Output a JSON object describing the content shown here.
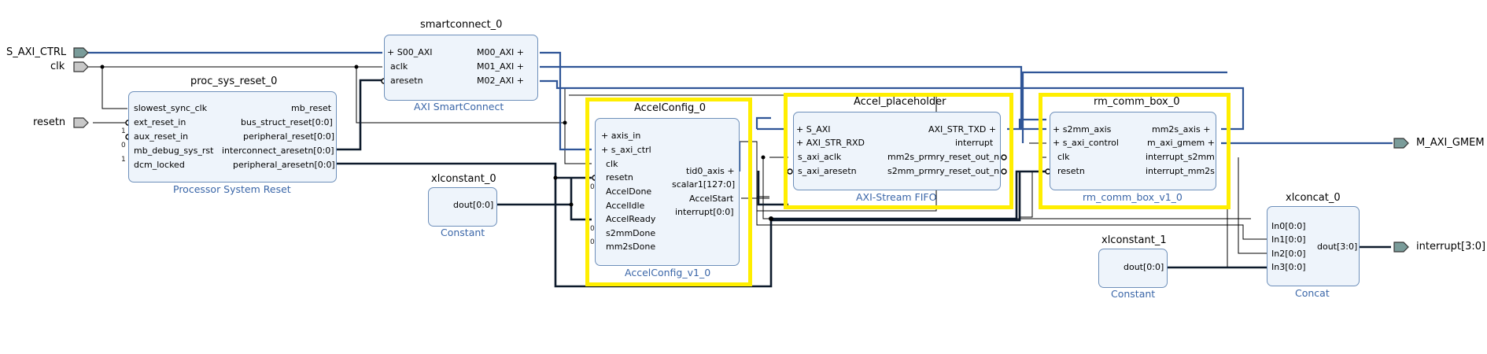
{
  "external_ports": {
    "s_axi_ctrl": "S_AXI_CTRL",
    "clk": "clk",
    "resetn": "resetn",
    "m_axi_gmem": "M_AXI_GMEM",
    "interrupt": "interrupt[3:0]"
  },
  "blocks": {
    "smartconnect": {
      "instance": "smartconnect_0",
      "subtitle": "AXI SmartConnect",
      "pins_left": [
        "S00_AXI",
        "aclk",
        "aresetn"
      ],
      "pins_right": [
        "M00_AXI",
        "M01_AXI",
        "M02_AXI"
      ]
    },
    "proc_sys_reset": {
      "instance": "proc_sys_reset_0",
      "subtitle": "Processor System Reset",
      "pins_left": [
        "slowest_sync_clk",
        "ext_reset_in",
        "aux_reset_in",
        "mb_debug_sys_rst",
        "dcm_locked"
      ],
      "pins_right": [
        "mb_reset",
        "bus_struct_reset[0:0]",
        "peripheral_reset[0:0]",
        "interconnect_aresetn[0:0]",
        "peripheral_aresetn[0:0]"
      ]
    },
    "xlconstant_0": {
      "instance": "xlconstant_0",
      "subtitle": "Constant",
      "pins_right": [
        "dout[0:0]"
      ]
    },
    "accelconfig": {
      "instance": "AccelConfig_0",
      "subtitle": "AccelConfig_v1_0",
      "pins_left": [
        "axis_in",
        "s_axi_ctrl",
        "clk",
        "resetn",
        "AccelDone",
        "AccelIdle",
        "AccelReady",
        "s2mmDone",
        "mm2sDone"
      ],
      "pins_right": [
        "tid0_axis",
        "scalar1[127:0]",
        "AccelStart",
        "interrupt[0:0]"
      ]
    },
    "accel_placeholder": {
      "instance": "Accel_placeholder",
      "subtitle": "AXI-Stream FIFO",
      "pins_left": [
        "S_AXI",
        "AXI_STR_RXD",
        "s_axi_aclk",
        "s_axi_aresetn"
      ],
      "pins_right": [
        "AXI_STR_TXD",
        "interrupt",
        "mm2s_prmry_reset_out_n",
        "s2mm_prmry_reset_out_n"
      ]
    },
    "rm_comm_box": {
      "instance": "rm_comm_box_0",
      "subtitle": "rm_comm_box_v1_0",
      "pins_left": [
        "s2mm_axis",
        "s_axi_control",
        "clk",
        "resetn"
      ],
      "pins_right": [
        "mm2s_axis",
        "m_axi_gmem",
        "interrupt_s2mm",
        "interrupt_mm2s"
      ]
    },
    "xlconstant_1": {
      "instance": "xlconstant_1",
      "subtitle": "Constant",
      "pins_right": [
        "dout[0:0]"
      ]
    },
    "xlconcat": {
      "instance": "xlconcat_0",
      "subtitle": "Concat",
      "pins_left": [
        "In0[0:0]",
        "In1[0:0]",
        "In2[0:0]",
        "In3[0:0]"
      ],
      "pins_right": [
        "dout[3:0]"
      ]
    }
  },
  "constant_markers": {
    "psr_aux": "1",
    "psr_debug": "0",
    "psr_dcm": "1",
    "acc_done": "0",
    "acc_s2mm": "0",
    "acc_mm2s": "0"
  },
  "colors": {
    "bus": "#2f5597",
    "net": "#000000",
    "net_thick": "#0d1a2b",
    "block_fill": "#eef4fb",
    "block_border": "#6d8fba",
    "highlight": "#ffee00",
    "subtitle": "#3a66a8"
  },
  "icons": [
    "interface-plus-icon",
    "bus-dots-icon",
    "crossbar-icon",
    "port-arrow-icon",
    "inverted-pin-icon"
  ]
}
